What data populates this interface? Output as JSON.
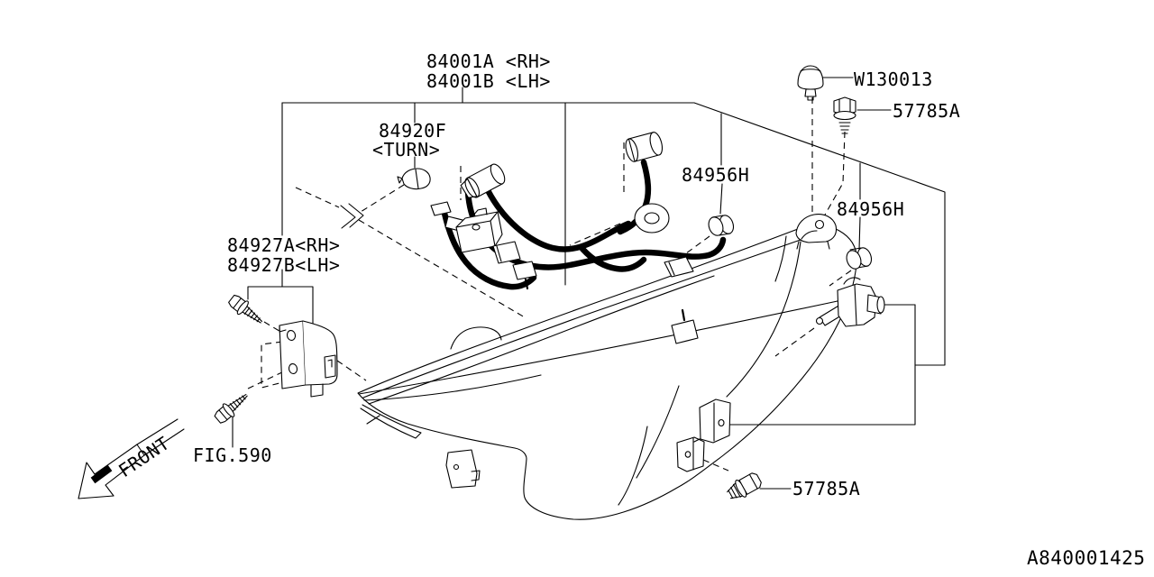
{
  "labels": {
    "headlamp_rh": "84001A <RH>",
    "headlamp_lh": "84001B <LH>",
    "turn_bulb_part": "84920F",
    "turn_bulb_qualifier": "<TURN>",
    "retainer_clip": "W130013",
    "screw_upper": "57785A",
    "grommet_upper": "84956H",
    "grommet_lower": "84956H",
    "bracket_rh": "84927A<RH>",
    "bracket_lh": "84927B<LH>",
    "figure_reference": "FIG.590",
    "screw_lower": "57785A",
    "front_direction": "FRONT",
    "drawing_number": "A840001425"
  },
  "colors": {
    "line": "#000000",
    "background": "#ffffff"
  }
}
